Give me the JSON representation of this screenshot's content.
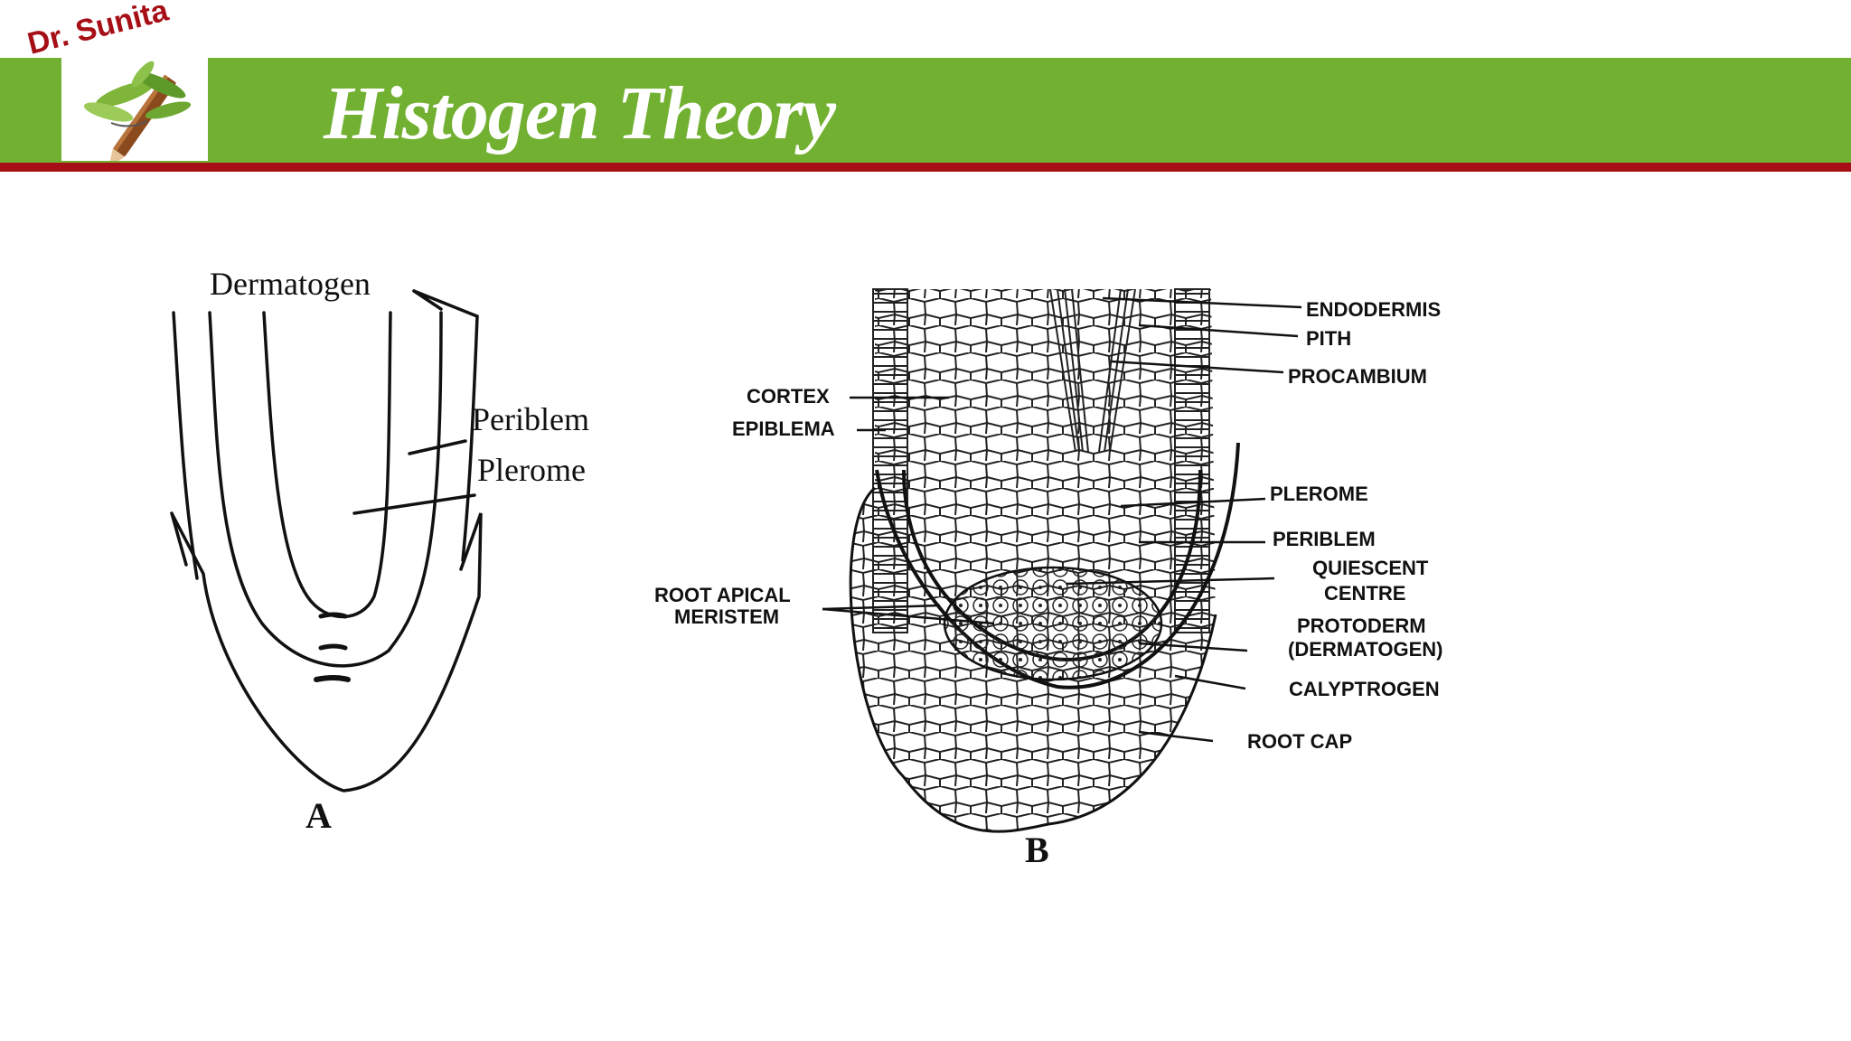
{
  "brand": {
    "text": "Dr. Sunita"
  },
  "title": "Histogen Theory",
  "colors": {
    "band": "#72b032",
    "rule": "#a50f15",
    "brand": "#a50f15",
    "title": "#ffffff"
  },
  "diagram_a": {
    "panel_label": "A",
    "labels": [
      "Dermatogen",
      "Periblem",
      "Plerome"
    ]
  },
  "diagram_b": {
    "panel_label": "B",
    "labels_right": [
      "ENDODERMIS",
      "PITH",
      "PROCAMBIUM",
      "PLEROME",
      "PERIBLEM",
      "QUIESCENT",
      "CENTRE",
      "PROTODERM",
      "(DERMATOGEN)",
      "CALYPTROGEN",
      "ROOT  CAP"
    ],
    "labels_left": [
      "CORTEX",
      "EPIBLEMA",
      "ROOT APICAL",
      "MERISTEM"
    ]
  }
}
